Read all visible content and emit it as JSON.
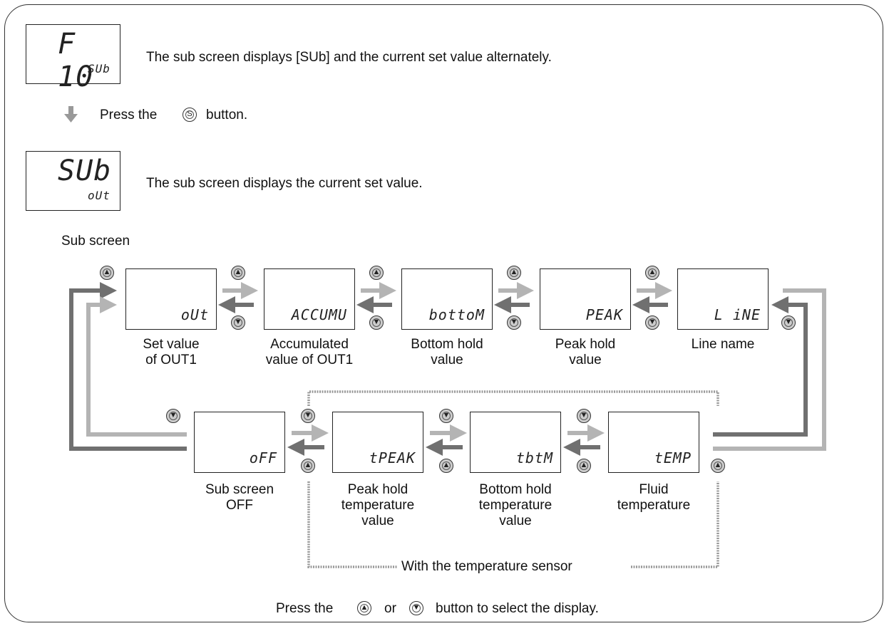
{
  "step1": {
    "lcd_main": "F 10",
    "lcd_sub": "SUb",
    "text": "The sub screen displays [SUb] and the current set value alternately."
  },
  "press_s": {
    "prefix": "Press the",
    "icon": "S",
    "suffix": "button."
  },
  "step2": {
    "lcd_main": "SUb",
    "lcd_sub": "oUt",
    "text": "The sub screen displays the current set value."
  },
  "section_label": "Sub screen",
  "row1": [
    {
      "code": "oUt",
      "caption1": "Set value",
      "caption2": "of OUT1"
    },
    {
      "code": "ACCUMU",
      "caption1": "Accumulated",
      "caption2": "value of OUT1"
    },
    {
      "code": "bottoM",
      "caption1": "Bottom hold",
      "caption2": "value"
    },
    {
      "code": "PEAK",
      "caption1": "Peak hold",
      "caption2": "value"
    },
    {
      "code": "L iNE",
      "caption1": "Line name",
      "caption2": ""
    }
  ],
  "row2": [
    {
      "code": "oFF",
      "caption1": "Sub screen",
      "caption2": "OFF",
      "caption3": ""
    },
    {
      "code": "tPEAK",
      "caption1": "Peak hold",
      "caption2": "temperature",
      "caption3": "value"
    },
    {
      "code": "tbtM",
      "caption1": "Bottom hold",
      "caption2": "temperature",
      "caption3": "value"
    },
    {
      "code": "tEMP",
      "caption1": "Fluid",
      "caption2": "temperature",
      "caption3": ""
    }
  ],
  "temp_sensor_label": "With the temperature sensor",
  "footer": {
    "prefix": "Press the",
    "middle": "or",
    "suffix": "button to select the display."
  },
  "up_icon": "up-button-icon",
  "down_icon": "down-button-icon",
  "colors": {
    "arrow_dark": "#707070",
    "arrow_light": "#b4b4b4",
    "bracket": "#999999"
  }
}
